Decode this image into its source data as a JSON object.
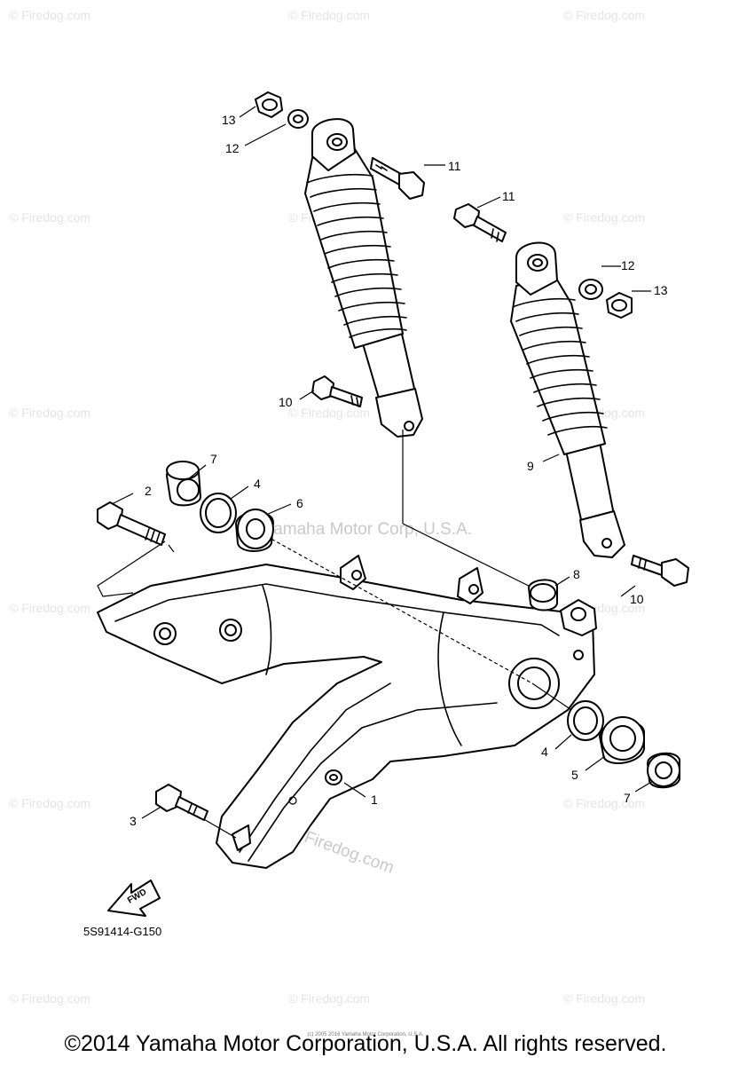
{
  "watermark_text": "© Firedog.com",
  "center_watermark": "© Yamaha Motor Corp, U.S.A.",
  "body_watermark": "Firedog.com",
  "fwd_label": "FWD",
  "diagram_code": "5S91414-G150",
  "callouts": {
    "c1": "1",
    "c2": "2",
    "c3": "3",
    "c4a": "4",
    "c4b": "4",
    "c5": "5",
    "c6": "6",
    "c7a": "7",
    "c7b": "7",
    "c8": "8",
    "c9": "9",
    "c10a": "10",
    "c10b": "10",
    "c11a": "11",
    "c11b": "11",
    "c12a": "12",
    "c12b": "12",
    "c13a": "13",
    "c13b": "13"
  },
  "fine_print": "(c) 2005 2016 Yamaha Motor Corporation, U.S.A.",
  "copyright": "©2014 Yamaha Motor Corporation, U.S.A. All rights reserved."
}
